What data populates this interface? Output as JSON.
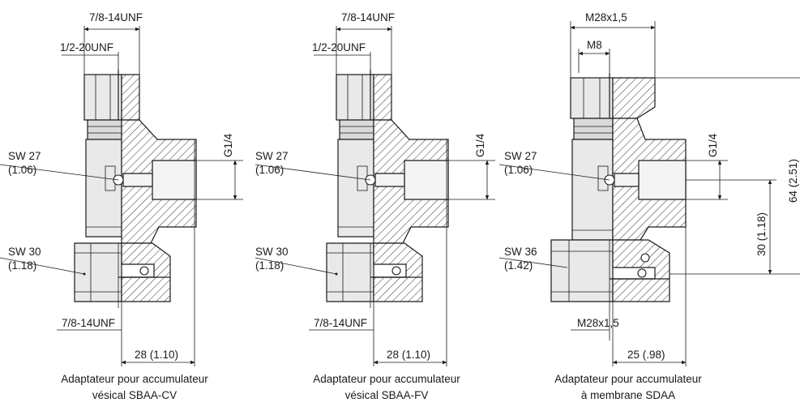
{
  "adapters": [
    {
      "id": "sbaa-cv",
      "top_thread": "7/8-14UNF",
      "inner_thread": "1/2-20UNF",
      "port_thread": "G1/4",
      "upper_wrench": "SW 27",
      "upper_wrench_in": "(1.06)",
      "lower_wrench": "SW 30",
      "lower_wrench_in": "(1.18)",
      "bottom_thread": "7/8-14UNF",
      "length": "28 (1.10)",
      "caption_line1": "Adaptateur pour accumulateur",
      "caption_line2": "vésical SBAA-CV"
    },
    {
      "id": "sbaa-fv",
      "top_thread": "7/8-14UNF",
      "inner_thread": "1/2-20UNF",
      "port_thread": "G1/4",
      "upper_wrench": "SW 27",
      "upper_wrench_in": "(1.06)",
      "lower_wrench": "SW 30",
      "lower_wrench_in": "(1.18)",
      "bottom_thread": "7/8-14UNF",
      "length": "28 (1.10)",
      "caption_line1": "Adaptateur pour accumulateur",
      "caption_line2": "vésical SBAA-FV"
    },
    {
      "id": "sdaa",
      "top_thread": "M28x1,5",
      "inner_thread": "M8",
      "port_thread": "G1/4",
      "upper_wrench": "SW 27",
      "upper_wrench_in": "(1.06)",
      "lower_wrench": "SW 36",
      "lower_wrench_in": "(1.42)",
      "bottom_thread": "M28x1,5",
      "length": "25 (.98)",
      "height_port": "30 (1.18)",
      "height_total": "64 (2.51)",
      "caption_line1": "Adaptateur pour accumulateur",
      "caption_line2": "à membrane SDAA"
    }
  ]
}
